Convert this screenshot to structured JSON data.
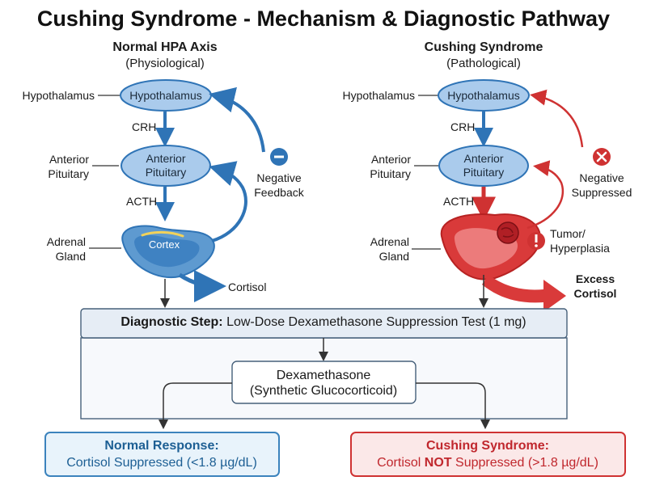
{
  "title": "Cushing Syndrome - Mechanism & Diagnostic Pathway",
  "colors": {
    "normal_fill": "#aacbec",
    "normal_stroke": "#2f74b6",
    "normal_arrow": "#2f74b6",
    "normal_text": "#1d5f94",
    "cushing_fill": "#aacbec",
    "cushing_arrow": "#cf3232",
    "cushing_text": "#c0272d",
    "adrenal_red": "#d93a3a",
    "neutral_line": "#333333",
    "panel_bg": "#e6edf5",
    "normal_box_bg": "#e8f3fb",
    "cushing_box_bg": "#fbe8e8"
  },
  "normal": {
    "heading": "Normal HPA Axis",
    "subheading": "(Physiological)",
    "side_labels": {
      "hypothalamus": "Hypothalamus",
      "pituitary_line1": "Anterior",
      "pituitary_line2": "Pituitary",
      "adrenal_line1": "Adrenal",
      "adrenal_line2": "Gland"
    },
    "nodes": {
      "hypothalamus": "Hypothalamus",
      "pituitary_line1": "Anterior",
      "pituitary_line2": "Pituitary",
      "cortex": "Cortex"
    },
    "hormones": {
      "crh": "CRH",
      "acth": "ACTH"
    },
    "feedback_line1": "Negative",
    "feedback_line2": "Feedback",
    "feedback_icon": "minus-icon",
    "output": "Cortisol"
  },
  "cushing": {
    "heading": "Cushing Syndrome",
    "subheading": "(Pathological)",
    "side_labels": {
      "hypothalamus": "Hypothalamus",
      "pituitary_line1": "Anterior",
      "pituitary_line2": "Pituitary",
      "adrenal_line1": "Adrenal",
      "adrenal_line2": "Gland"
    },
    "nodes": {
      "hypothalamus": "Hypothalamus",
      "pituitary_line1": "Anterior",
      "pituitary_line2": "Pituitary"
    },
    "hormones": {
      "crh": "CRH",
      "acth": "ACTH"
    },
    "feedback_line1": "Negative",
    "feedback_line2": "Suppressed",
    "feedback_icon": "x-icon",
    "tumor_line1": "Tumor/",
    "tumor_line2": "Hyperplasia",
    "tumor_icon": "exclamation-icon",
    "output_line1": "Excess",
    "output_line2": "Cortisol"
  },
  "diagnostic": {
    "step_label": "Diagnostic Step:",
    "step_text": "Low-Dose Dexamethasone Suppression Test (1 mg)",
    "drug_line1": "Dexamethasone",
    "drug_line2": "(Synthetic Glucocorticoid)"
  },
  "results": {
    "normal": {
      "title": "Normal Response:",
      "text": "Cortisol Suppressed (<1.8 µg/dL)"
    },
    "cushing": {
      "title": "Cushing Syndrome:",
      "text_before": "Cortisol ",
      "text_emph": "NOT",
      "text_after": " Suppressed (>1.8 µg/dL)"
    }
  }
}
